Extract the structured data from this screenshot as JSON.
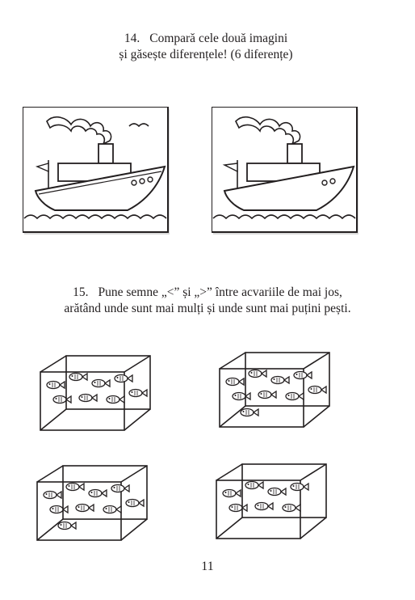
{
  "exercise14": {
    "number": "14.",
    "line1": "Compară cele două imagini",
    "line2": "și găsește diferențele! (6 diferențe)"
  },
  "exercise15": {
    "number": "15.",
    "line1": "Pune semne „<” și „>” între acvariile de mai jos,",
    "line2": "arătând unde sunt mai mulți și unde sunt mai puțini pești."
  },
  "aquariums": {
    "top_left_fish_count": 8,
    "top_right_fish_count": 9,
    "bottom_left_fish_count": 9,
    "bottom_right_fish_count": 7
  },
  "page_number": "11"
}
